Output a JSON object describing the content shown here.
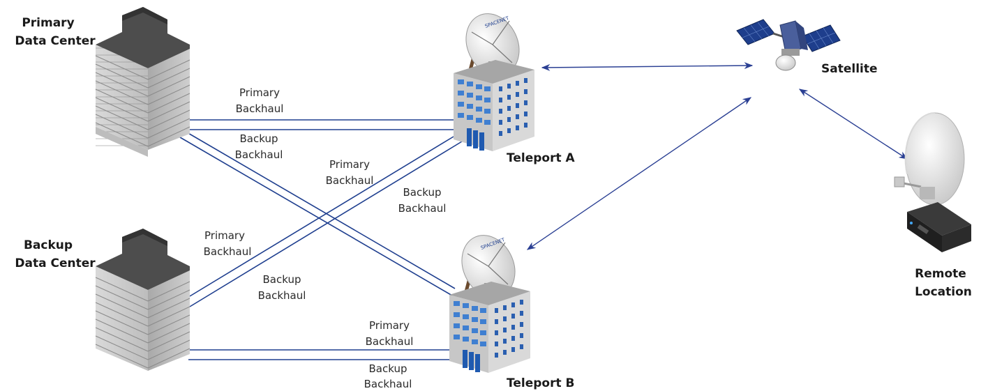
{
  "nodes": {
    "primary_dc": [
      "Primary",
      "Data Center"
    ],
    "backup_dc": [
      "Backup",
      "Data Center"
    ],
    "teleport_a": "Teleport A",
    "teleport_b": "Teleport B",
    "satellite": "Satellite",
    "remote": [
      "Remote",
      "Location"
    ],
    "dish_brand": "SPACENET"
  },
  "links": {
    "pdc_ta_primary": [
      "Primary",
      "Backhaul"
    ],
    "pdc_ta_backup": [
      "Backup",
      "Backhaul"
    ],
    "bdc_ta_primary": [
      "Primary",
      "Backhaul"
    ],
    "pdc_tb_backup": [
      "Backup",
      "Backhaul"
    ],
    "bdc_ta_primary_left": [
      "Primary",
      "Backhaul"
    ],
    "bdc_ta_backup_left": [
      "Backup",
      "Backhaul"
    ],
    "bdc_tb_primary": [
      "Primary",
      "Backhaul"
    ],
    "bdc_tb_backup": [
      "Backup",
      "Backhaul"
    ]
  },
  "colors": {
    "link_line": "#1f3f8f",
    "arrow": "#2a3f93",
    "roof": "#4a4a4a",
    "building_face": "#c9c9c9",
    "window_blue": "#3f7fd1"
  }
}
